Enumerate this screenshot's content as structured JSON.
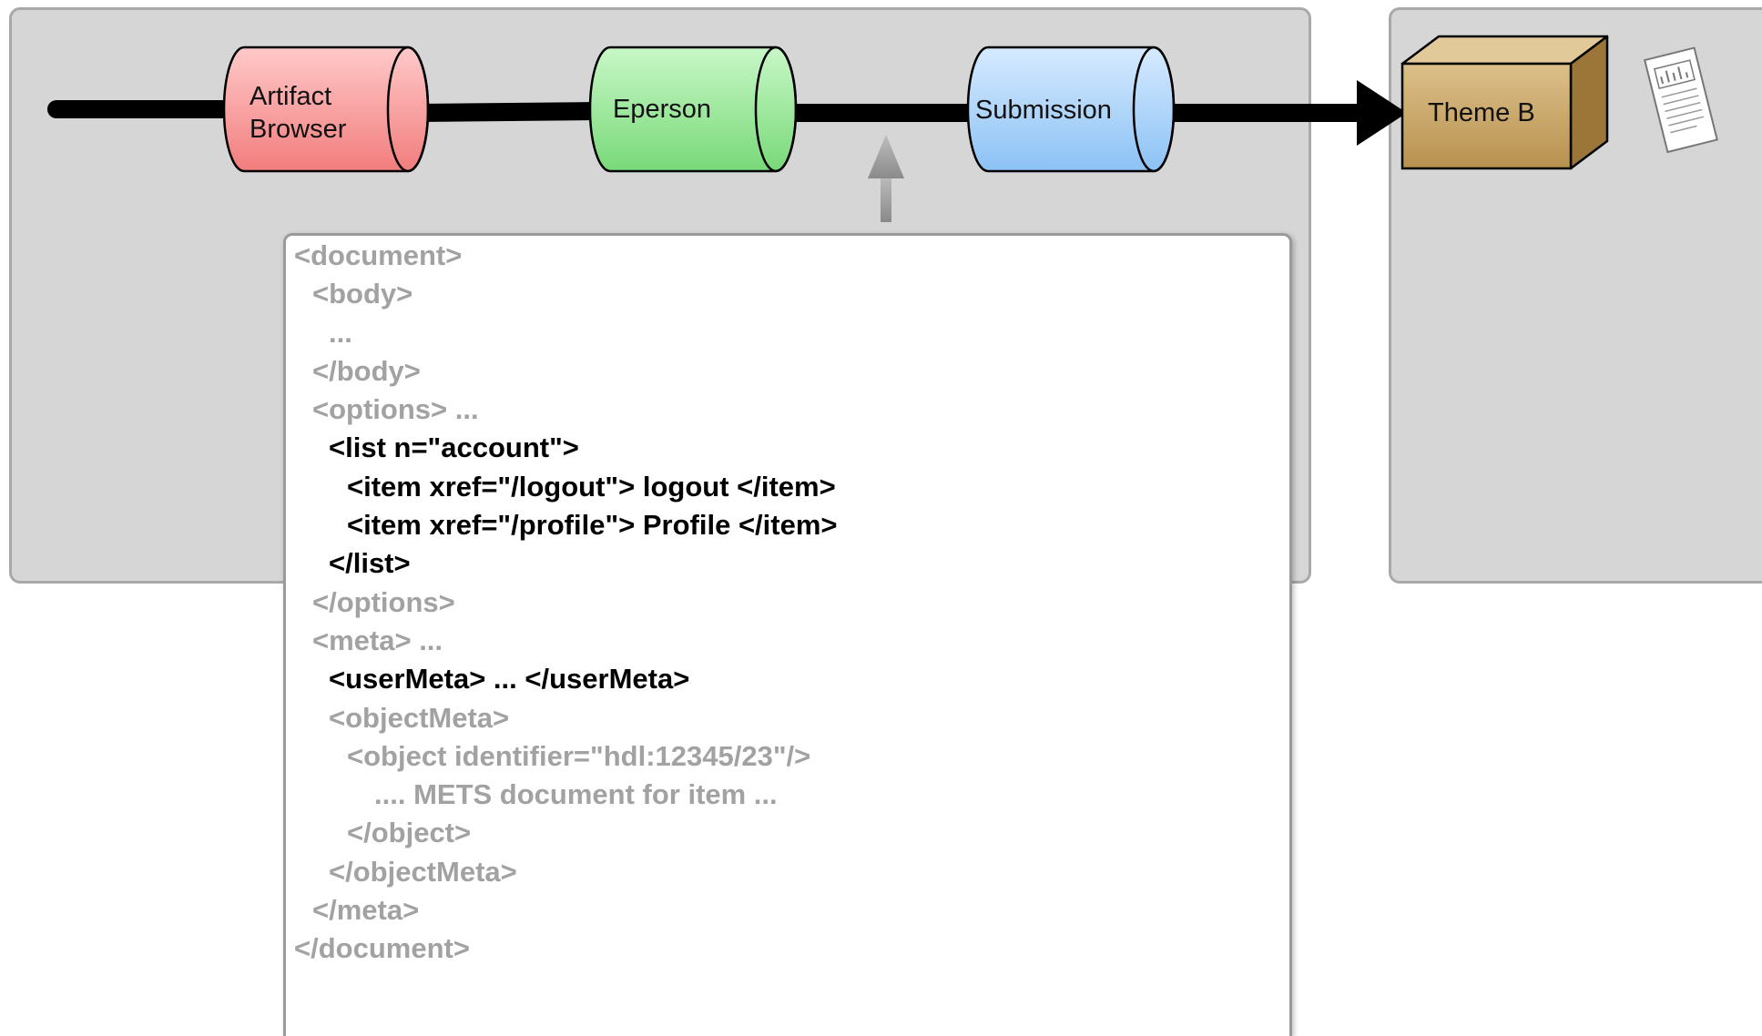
{
  "pipeline": {
    "stages": [
      {
        "label": "Artifact\nBrowser",
        "color": "#f89a9a"
      },
      {
        "label": "Eperson",
        "color": "#9de89d"
      },
      {
        "label": "Submission",
        "color": "#a9d2fb"
      }
    ],
    "theme": {
      "label": "Theme B",
      "color": "#c8a66c"
    },
    "panel_color": "#d6d6d6"
  },
  "document_xml": {
    "lines": [
      {
        "text": "<document>",
        "indent": 0,
        "highlight": false
      },
      {
        "text": "<body>",
        "indent": 1,
        "highlight": false
      },
      {
        "text": "...",
        "indent": 2,
        "highlight": false
      },
      {
        "text": "</body>",
        "indent": 1,
        "highlight": false
      },
      {
        "text": "<options> ...",
        "indent": 1,
        "highlight": false
      },
      {
        "text": "<list n=\"account\">",
        "indent": 2,
        "highlight": true
      },
      {
        "text": "<item xref=\"/logout\"> logout </item>",
        "indent": 3,
        "highlight": true
      },
      {
        "text": "<item xref=\"/profile\"> Profile </item>",
        "indent": 3,
        "highlight": true
      },
      {
        "text": "</list>",
        "indent": 2,
        "highlight": true
      },
      {
        "text": "</options>",
        "indent": 1,
        "highlight": false
      },
      {
        "text": "<meta> ...",
        "indent": 1,
        "highlight": false
      },
      {
        "text": "<userMeta> ... </userMeta>",
        "indent": 2,
        "highlight": true
      },
      {
        "text": "<objectMeta>",
        "indent": 2,
        "highlight": false
      },
      {
        "text": "<object identifier=\"hdl:12345/23\"/>",
        "indent": 3,
        "highlight": false
      },
      {
        "text": ".... METS document for item ...",
        "indent": 4,
        "highlight": false
      },
      {
        "text": "</object>",
        "indent": 3,
        "highlight": false
      },
      {
        "text": "</objectMeta>",
        "indent": 2,
        "highlight": false
      },
      {
        "text": "</meta>",
        "indent": 1,
        "highlight": false
      },
      {
        "text": "</document>",
        "indent": 0,
        "highlight": false
      }
    ]
  }
}
